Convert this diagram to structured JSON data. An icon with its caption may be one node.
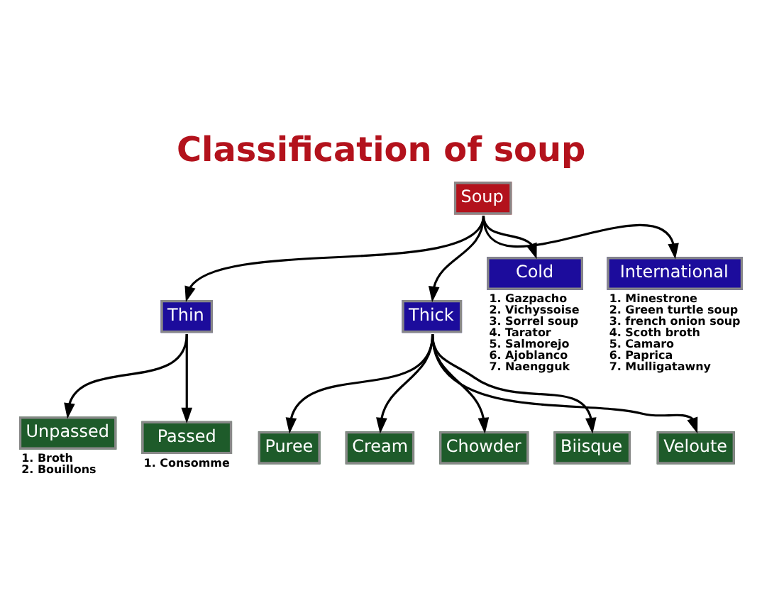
{
  "diagram": {
    "title": "Classification of soup",
    "nodes": [
      {
        "text": [
          "Soup"
        ]
      },
      {
        "text": [
          "Thin"
        ]
      },
      {
        "text": [
          "Thick"
        ]
      },
      {
        "text": [
          "Cold"
        ],
        "beside": [
          "1. Gazpacho",
          "2. Vichyssoise",
          "3. Sorrel soup",
          "4. Tarator",
          "5. Salmorejo",
          "6. Ajoblanco",
          "7. Naengguk"
        ]
      },
      {
        "text": [
          "International"
        ],
        "beside": [
          "1. Minestrone",
          "2. Green turtle soup",
          "3. french onion soup",
          "4. Scoth broth",
          "5. Camaro",
          "6. Paprica",
          "7. Mulligatawny"
        ]
      },
      {
        "text": [
          "Unpassed"
        ],
        "beside": [
          "1. Broth",
          "2. Bouillons"
        ]
      },
      {
        "text": [
          "Passed"
        ],
        "beside": [
          "1. Consomme"
        ]
      },
      {
        "text": [
          "Puree"
        ]
      },
      {
        "text": [
          "Cream"
        ]
      },
      {
        "text": [
          "Chowder"
        ]
      },
      {
        "text": [
          "Biisque"
        ]
      },
      {
        "text": [
          "Veloute"
        ]
      }
    ],
    "edges": [
      {
        "from": 0,
        "to": 1,
        "arrow": "to"
      },
      {
        "from": 0,
        "to": 2,
        "arrow": "to"
      },
      {
        "from": 0,
        "to": 3,
        "arrow": "to"
      },
      {
        "from": 0,
        "to": 4,
        "arrow": "to"
      },
      {
        "from": 1,
        "to": 5,
        "arrow": "to"
      },
      {
        "from": 1,
        "to": 6,
        "arrow": "to"
      },
      {
        "from": 2,
        "to": 7,
        "arrow": "to"
      },
      {
        "from": 2,
        "to": 8,
        "arrow": "to"
      },
      {
        "from": 2,
        "to": 9,
        "arrow": "to"
      },
      {
        "from": 2,
        "to": 10,
        "arrow": "to"
      },
      {
        "from": 2,
        "to": 11,
        "arrow": "to"
      }
    ]
  }
}
